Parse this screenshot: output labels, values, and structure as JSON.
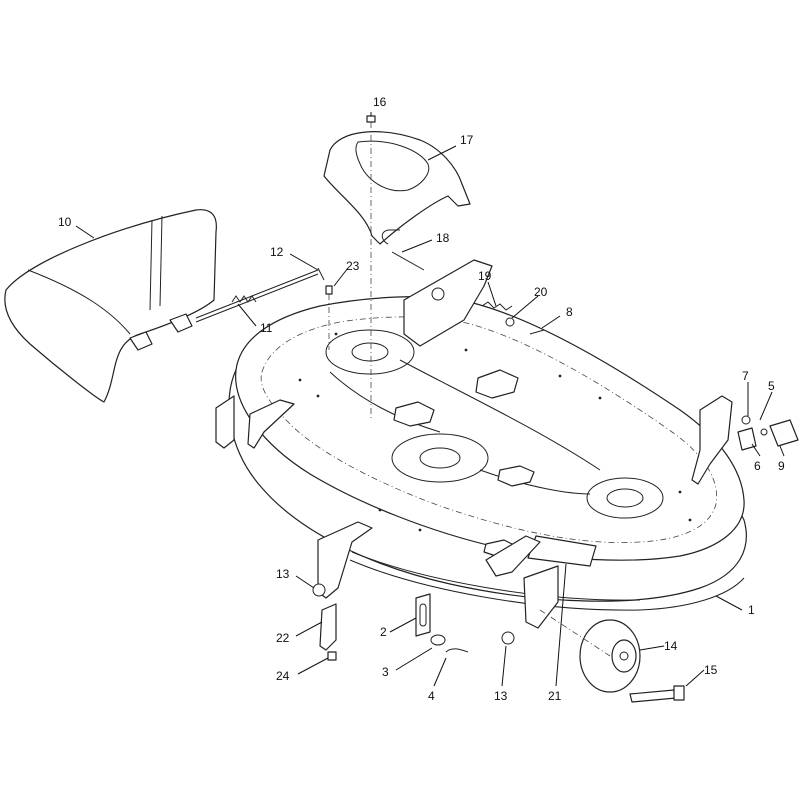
{
  "colors": {
    "line": "#222222",
    "background": "#ffffff"
  },
  "callouts": [
    {
      "id": "16",
      "label": "16"
    },
    {
      "id": "17",
      "label": "17"
    },
    {
      "id": "10",
      "label": "10"
    },
    {
      "id": "18",
      "label": "18"
    },
    {
      "id": "12",
      "label": "12"
    },
    {
      "id": "23",
      "label": "23"
    },
    {
      "id": "19",
      "label": "19"
    },
    {
      "id": "20",
      "label": "20"
    },
    {
      "id": "8",
      "label": "8"
    },
    {
      "id": "11",
      "label": "11"
    },
    {
      "id": "7",
      "label": "7"
    },
    {
      "id": "5",
      "label": "5"
    },
    {
      "id": "6",
      "label": "6"
    },
    {
      "id": "9",
      "label": "9"
    },
    {
      "id": "1",
      "label": "1"
    },
    {
      "id": "13a",
      "label": "13"
    },
    {
      "id": "22",
      "label": "22"
    },
    {
      "id": "24",
      "label": "24"
    },
    {
      "id": "2",
      "label": "2"
    },
    {
      "id": "3",
      "label": "3"
    },
    {
      "id": "4",
      "label": "4"
    },
    {
      "id": "13b",
      "label": "13"
    },
    {
      "id": "21",
      "label": "21"
    },
    {
      "id": "14",
      "label": "14"
    },
    {
      "id": "15",
      "label": "15"
    }
  ]
}
